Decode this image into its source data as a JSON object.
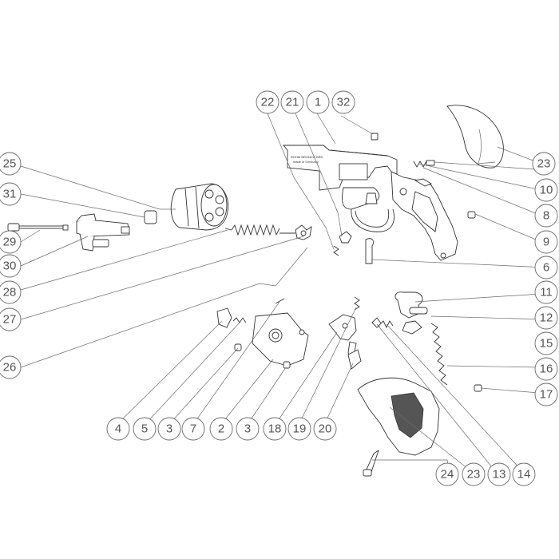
{
  "diagram": {
    "slide_text_line1": "ROHM BRONCO  BRD",
    "slide_text_line2": "made in Germany",
    "callouts": [
      {
        "id": "c22",
        "label": "22"
      },
      {
        "id": "c21",
        "label": "21"
      },
      {
        "id": "c1",
        "label": "1"
      },
      {
        "id": "c32",
        "label": "32"
      },
      {
        "id": "c23a",
        "label": "23"
      },
      {
        "id": "c25",
        "label": "25"
      },
      {
        "id": "c10",
        "label": "10"
      },
      {
        "id": "c31",
        "label": "31"
      },
      {
        "id": "c8",
        "label": "8"
      },
      {
        "id": "c9",
        "label": "9"
      },
      {
        "id": "c29",
        "label": "29"
      },
      {
        "id": "c6",
        "label": "6"
      },
      {
        "id": "c30",
        "label": "30"
      },
      {
        "id": "c11",
        "label": "11"
      },
      {
        "id": "c28",
        "label": "28"
      },
      {
        "id": "c12",
        "label": "12"
      },
      {
        "id": "c27",
        "label": "27"
      },
      {
        "id": "c15",
        "label": "15"
      },
      {
        "id": "c26",
        "label": "26"
      },
      {
        "id": "c16",
        "label": "16"
      },
      {
        "id": "c17",
        "label": "17"
      },
      {
        "id": "c4",
        "label": "4"
      },
      {
        "id": "c5",
        "label": "5"
      },
      {
        "id": "c3a",
        "label": "3"
      },
      {
        "id": "c7",
        "label": "7"
      },
      {
        "id": "c2",
        "label": "2"
      },
      {
        "id": "c3b",
        "label": "3"
      },
      {
        "id": "c18",
        "label": "18"
      },
      {
        "id": "c19",
        "label": "19"
      },
      {
        "id": "c20",
        "label": "20"
      },
      {
        "id": "c24",
        "label": "24"
      },
      {
        "id": "c23b",
        "label": "23"
      },
      {
        "id": "c13",
        "label": "13"
      },
      {
        "id": "c14",
        "label": "14"
      }
    ]
  }
}
